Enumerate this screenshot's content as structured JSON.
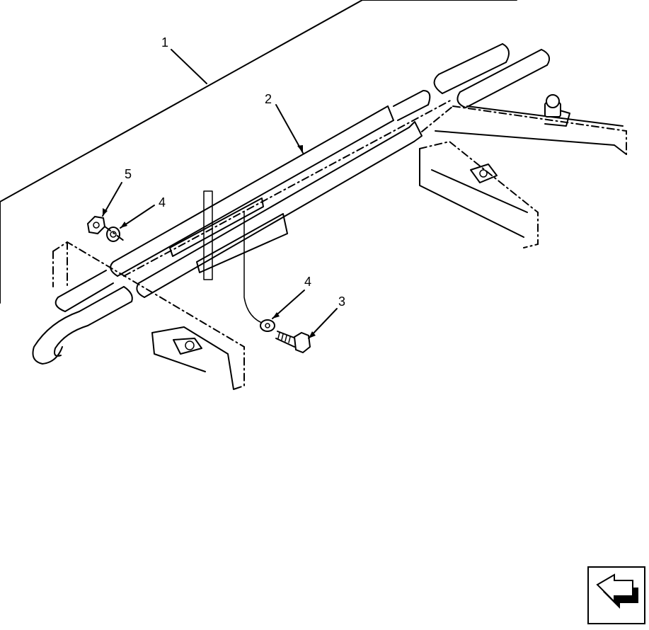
{
  "callouts": {
    "c1": "1",
    "c2": "2",
    "c3": "3",
    "c4a": "4",
    "c4b": "4",
    "c5": "5"
  },
  "nav": {
    "icon": "page-forward-arrow-icon"
  },
  "colors": {
    "ink": "#000000",
    "paper": "#ffffff"
  }
}
